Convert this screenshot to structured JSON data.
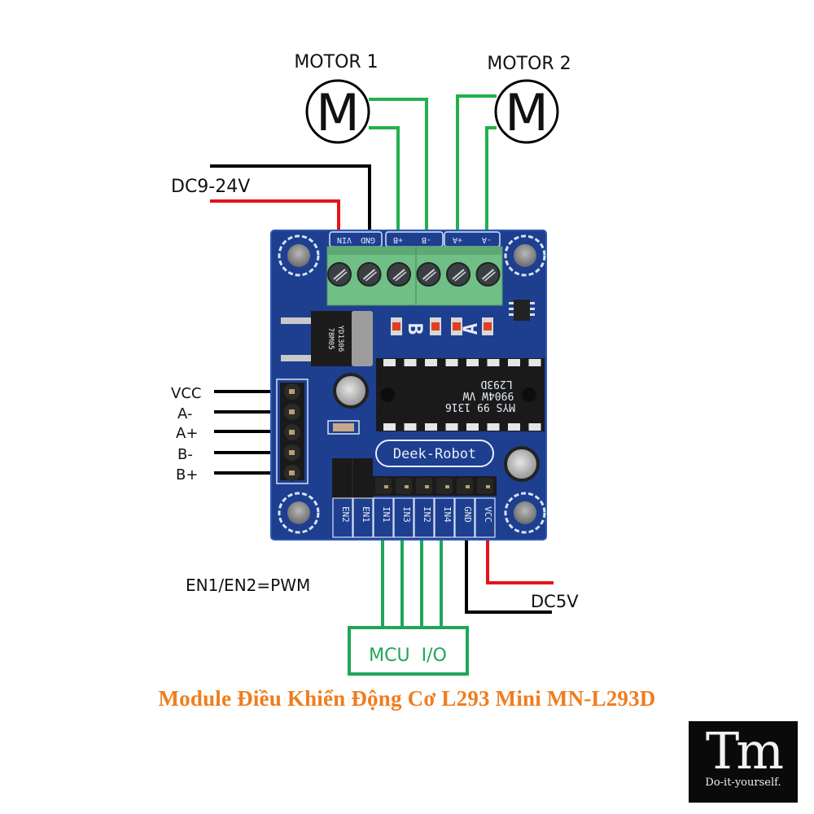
{
  "diagram": {
    "motors": [
      {
        "label": "MOTOR 1",
        "symbol": "M"
      },
      {
        "label": "MOTOR 2",
        "symbol": "M"
      }
    ],
    "power_in_label": "DC9-24V",
    "logic_power_label": "DC5V",
    "pwm_note": "EN1/EN2=PWM",
    "mcu_box_label": "MCU  I/O",
    "stepper_pins": [
      "VCC",
      "A-",
      "A+",
      "B-",
      "B+"
    ],
    "terminal_block_labels": [
      "VIN",
      "GND",
      "+B",
      "-B",
      "+A",
      "-A"
    ],
    "header_pins": [
      "EN2",
      "EN1",
      "IN1",
      "IN3",
      "IN2",
      "IN4",
      "GND",
      "VCC"
    ],
    "board": {
      "brand": "Deek-Robot",
      "chip_lines": [
        "L293D",
        "9904W VW",
        "MYS 99 1316"
      ],
      "regulator_lines": [
        "78M05",
        "YD1306"
      ],
      "led_labels": [
        "B",
        "A"
      ]
    },
    "colors": {
      "pcb": "#1e3f8f",
      "wire_green": "#22b14c",
      "wire_red": "#e5131a",
      "wire_black": "#000000",
      "mcu_green": "#1fa65a",
      "title_orange": "#f07d1e",
      "terminal_green": "#6fbf86"
    }
  },
  "title": "Module Điều Khiển Động Cơ L293 Mini MN-L293D",
  "logo": {
    "mark": "Tm",
    "tagline": "Do-it-yourself."
  }
}
